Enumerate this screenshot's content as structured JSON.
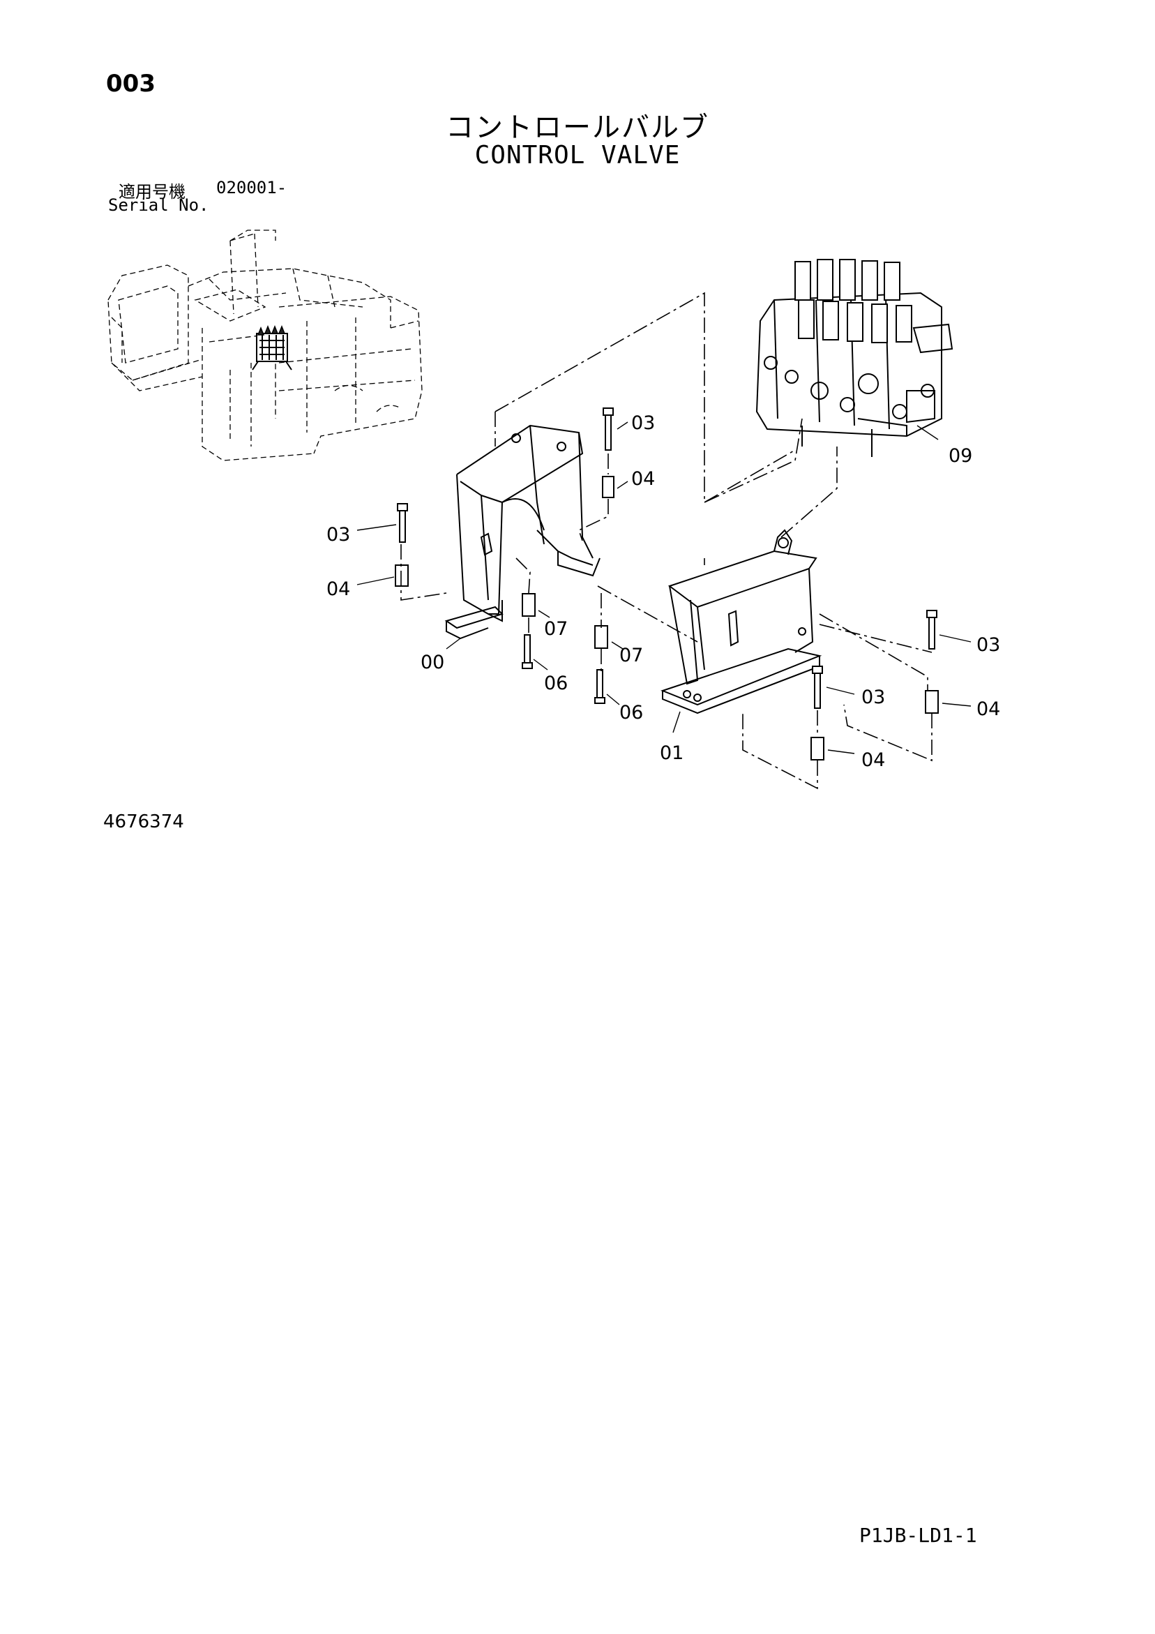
{
  "header": {
    "page_number": "003",
    "title_jp": "コントロールバルブ",
    "title_en": "CONTROL VALVE"
  },
  "serial": {
    "label_jp": "適用号機",
    "value": "020001-",
    "label_en": "Serial No."
  },
  "callouts": {
    "c03_a": "03",
    "c04_a": "04",
    "c03_b": "03",
    "c04_b": "04",
    "c07_a": "07",
    "c07_b": "07",
    "c06_a": "06",
    "c06_b": "06",
    "c00": "00",
    "c01": "01",
    "c09": "09",
    "c03_c": "03",
    "c04_c": "04",
    "c03_d": "03",
    "c04_d": "04"
  },
  "footer": {
    "drawing_number": "4676374",
    "page_code": "P1JB-LD1-1"
  }
}
